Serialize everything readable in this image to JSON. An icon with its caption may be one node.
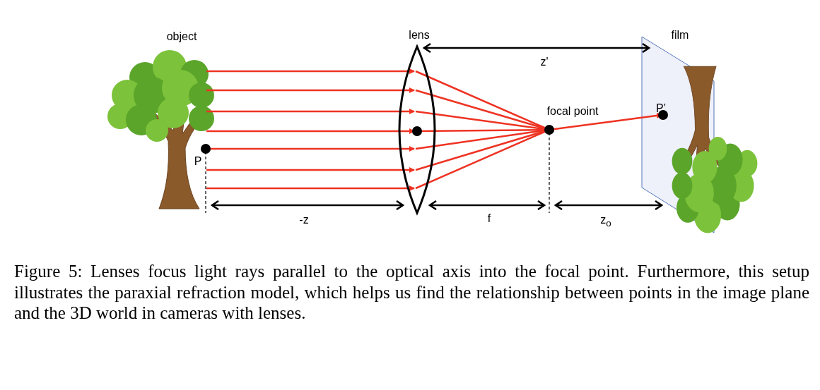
{
  "diagram": {
    "caption": "Figure 5: Lenses focus light rays parallel to the optical axis into the focal point. Furthermore, this setup illustrates the paraxial refraction model, which helps us find the relationship between points in the image plane and the 3D world in cameras with lenses.",
    "labels": [
      "object",
      "lens",
      "film",
      "z'",
      "focal point",
      "P",
      "P’",
      "-z",
      "f",
      "z$_{o}$"
    ]
  }
}
